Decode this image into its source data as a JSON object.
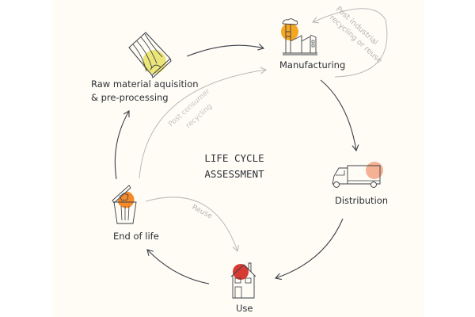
{
  "title": {
    "line1": "LIFE CYCLE",
    "line2": "ASSESSMENT"
  },
  "stages": [
    {
      "id": "raw-material",
      "label_line1": "Raw material aquisition",
      "label_line2": "& pre-processing",
      "icon": "wood-plank-icon",
      "accent": "#ece57a"
    },
    {
      "id": "manufacturing",
      "label": "Manufacturing",
      "icon": "factory-icon",
      "accent": "#f5a623"
    },
    {
      "id": "distribution",
      "label": "Distribution",
      "icon": "truck-icon",
      "accent": "#f4a98a"
    },
    {
      "id": "use",
      "label": "Use",
      "icon": "house-icon",
      "accent": "#d63a32"
    },
    {
      "id": "end-of-life",
      "label": "End of life",
      "icon": "trash-bin-icon",
      "accent": "#f58a2a"
    }
  ],
  "loops": {
    "post_industrial_line1": "Post industrial",
    "post_industrial_line2": "recycling or reuse",
    "post_consumer_line1": "Post consumer",
    "post_consumer_line2": "recycling",
    "reuse": "Reuse"
  },
  "colors": {
    "background": "#fffcf5",
    "ink": "#2b2f36",
    "secondary_arrow": "#b9b9b9"
  }
}
